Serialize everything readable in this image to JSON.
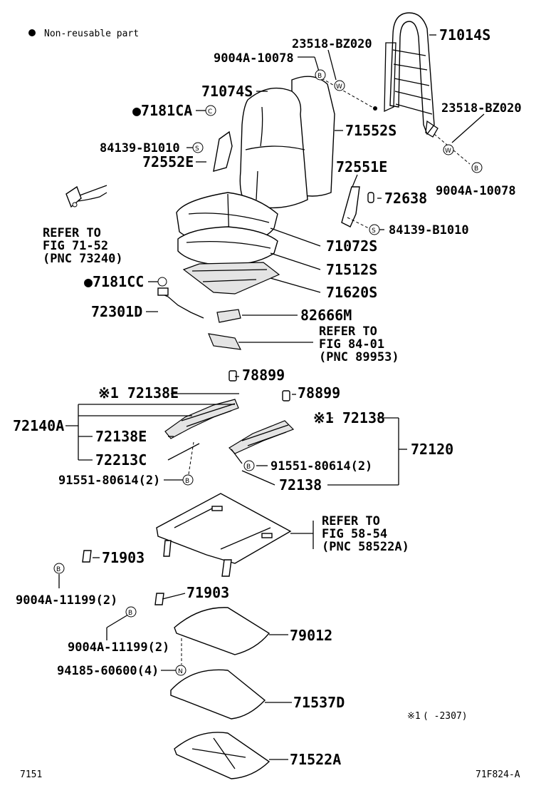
{
  "legend": {
    "text": "Non-reusable part"
  },
  "footnote": {
    "mark": "※1",
    "text": "(     -2307)"
  },
  "page_id": "7151",
  "figure_id": "71F824-A",
  "labels": {
    "p71014S": "71014S",
    "p23518a": "23518-BZ020",
    "p9004a": "9004A-10078",
    "p71074S": "71074S",
    "p7181CA": "●7181CA",
    "p71552S": "71552S",
    "p23518b": "23518-BZ020",
    "p84139a": "84139-B1010",
    "p72552E": "72552E",
    "p72551E": "72551E",
    "p9004b": "9004A-10078",
    "p72638": "72638",
    "p84139b": "84139-B1010",
    "refer1a": "REFER TO",
    "refer1b": "FIG 71-52",
    "refer1c": "(PNC 73240)",
    "p71072S": "71072S",
    "p71512S": "71512S",
    "p7181CC": "●7181CC",
    "p71620S": "71620S",
    "p72301D": "72301D",
    "p82666M": "82666M",
    "refer2a": "REFER TO",
    "refer2b": "FIG 84-01",
    "refer2c": "(PNC 89953)",
    "p78899a": "78899",
    "p72138E_1": "※1 72138E",
    "p78899b": "78899",
    "p72140A": "72140A",
    "p72138_1": "※1 72138",
    "p72138E_2": "72138E",
    "p72120": "72120",
    "p72213C": "72213C",
    "p91551a": "91551-80614(2)",
    "p91551b": "91551-80614(2)",
    "p72138_2": "72138",
    "refer3a": "REFER TO",
    "refer3b": "FIG 58-54",
    "refer3c": "(PNC 58522A)",
    "p71903a": "71903",
    "p9004c": "9004A-11199(2)",
    "p71903b": "71903",
    "p79012": "79012",
    "p9004d": "9004A-11199(2)",
    "p94185": "94185-60600(4)",
    "p71537D": "71537D",
    "p71522A": "71522A"
  },
  "symbols": {
    "B": "B",
    "W": "W",
    "S": "S",
    "N": "N",
    "C": "C"
  }
}
